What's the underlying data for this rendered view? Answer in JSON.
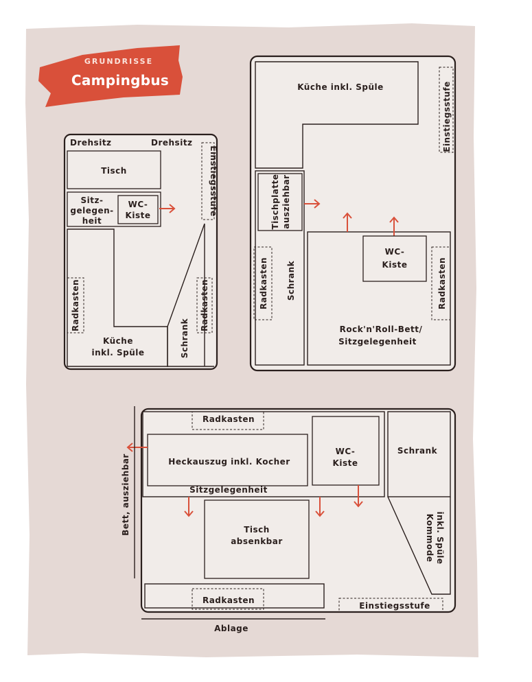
{
  "banner": {
    "subtitle": "GRUNDRISSE",
    "title": "Campingbus"
  },
  "colors": {
    "paper": "#e5d9d5",
    "plan_fill": "#f1ece9",
    "ink": "#2a1f1d",
    "accent": "#d9503a"
  },
  "plan_small": {
    "drehsitz_left": "Drehsitz",
    "drehsitz_right": "Drehsitz",
    "tisch": "Tisch",
    "sitz_line1": "Sitz-",
    "sitz_line2": "gelegen-",
    "sitz_line3": "heit",
    "wc_line1": "WC-",
    "wc_line2": "Kiste",
    "einstiegsstufe": "Einstiegsstufe",
    "radkasten_left": "Radkasten",
    "radkasten_right": "Radkasten",
    "kueche_line1": "Küche",
    "kueche_line2": "inkl. Spüle",
    "schrank": "Schrank"
  },
  "plan_large": {
    "kueche": "Küche inkl. Spüle",
    "einstiegsstufe": "Einstiegsstufe",
    "tischplatte_line1": "Tischplatte",
    "tischplatte_line2": "ausziehbar",
    "radkasten_left": "Radkasten",
    "schrank": "Schrank",
    "wc_line1": "WC-",
    "wc_line2": "Kiste",
    "radkasten_right": "Radkasten",
    "bett_line1": "Rock'n'Roll-Bett/",
    "bett_line2": "Sitzgelegenheit"
  },
  "plan_bottom": {
    "radkasten_top": "Radkasten",
    "heckauszug": "Heckauszug inkl. Kocher",
    "wc_line1": "WC-",
    "wc_line2": "Kiste",
    "schrank": "Schrank",
    "sitzgelegenheit": "Sitzgelegenheit",
    "tisch_line1": "Tisch",
    "tisch_line2": "absenkbar",
    "kommode_line1": "Kommode",
    "kommode_line2": "inkl. Spüle",
    "radkasten_bottom": "Radkasten",
    "einstiegsstufe": "Einstiegsstufe",
    "bett": "Bett, ausziehbar",
    "ablage": "Ablage"
  }
}
